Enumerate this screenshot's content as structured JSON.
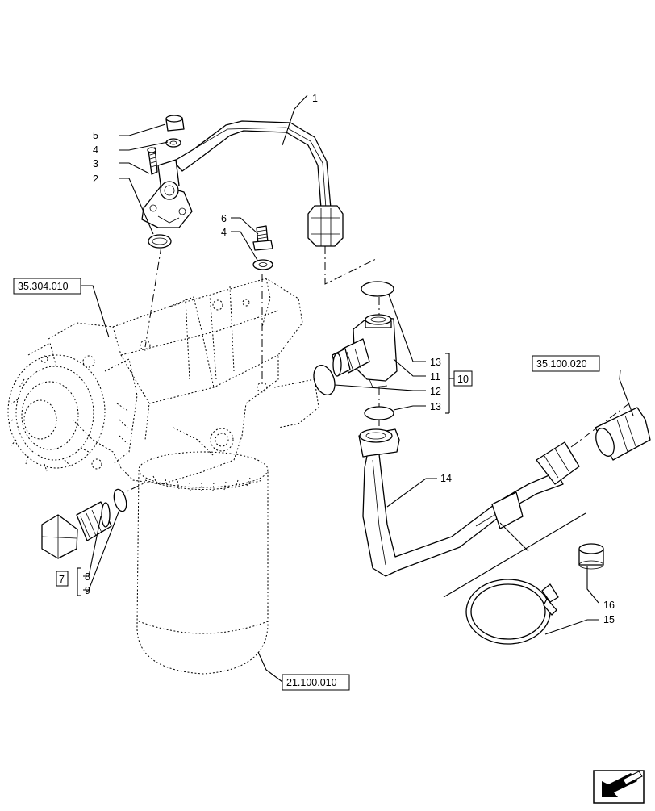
{
  "callouts": {
    "c1": "1",
    "c2": "2",
    "c3": "3",
    "c4a": "4",
    "c5": "5",
    "c6": "6",
    "c4b": "4",
    "c7": "7",
    "c8": "8",
    "c9": "9",
    "c10": "10",
    "c11": "11",
    "c12": "12",
    "c13a": "13",
    "c13b": "13",
    "c14": "14",
    "c15": "15",
    "c16": "16"
  },
  "references": {
    "pump": "35.304.010",
    "filter": "21.100.010",
    "valve": "35.100.020"
  },
  "icons": {
    "nav": "arrow-icon"
  }
}
